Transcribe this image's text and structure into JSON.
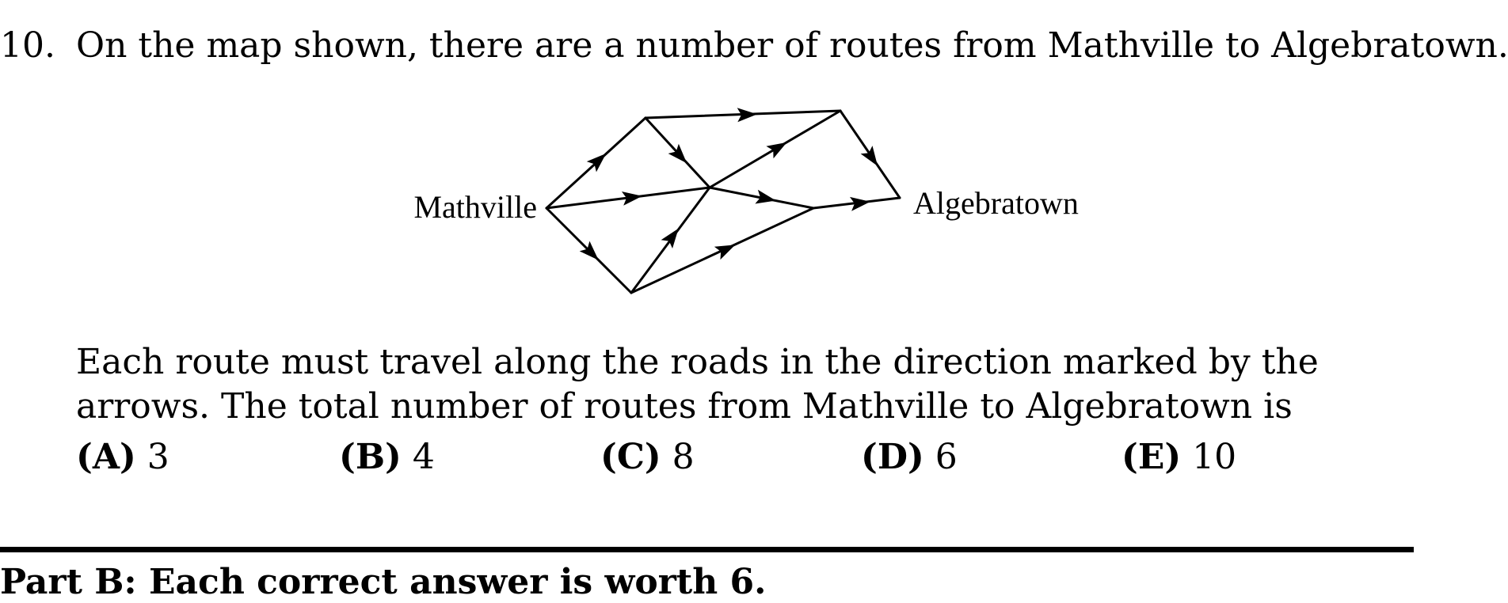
{
  "question": {
    "number": "10.",
    "stem": "On the map shown, there are a number of routes from Mathville to Algebratown.",
    "paragraph": "Each route must travel along the roads in the direction marked by the arrows. The total number of routes from Mathville to Algebratown is"
  },
  "map": {
    "start_label": "Mathville",
    "end_label": "Algebratown"
  },
  "choices": [
    {
      "letter": "(A)",
      "value": "3"
    },
    {
      "letter": "(B)",
      "value": "4"
    },
    {
      "letter": "(C)",
      "value": "8"
    },
    {
      "letter": "(D)",
      "value": "6"
    },
    {
      "letter": "(E)",
      "value": "10"
    }
  ],
  "part_heading": "Part B: Each correct answer is worth 6."
}
